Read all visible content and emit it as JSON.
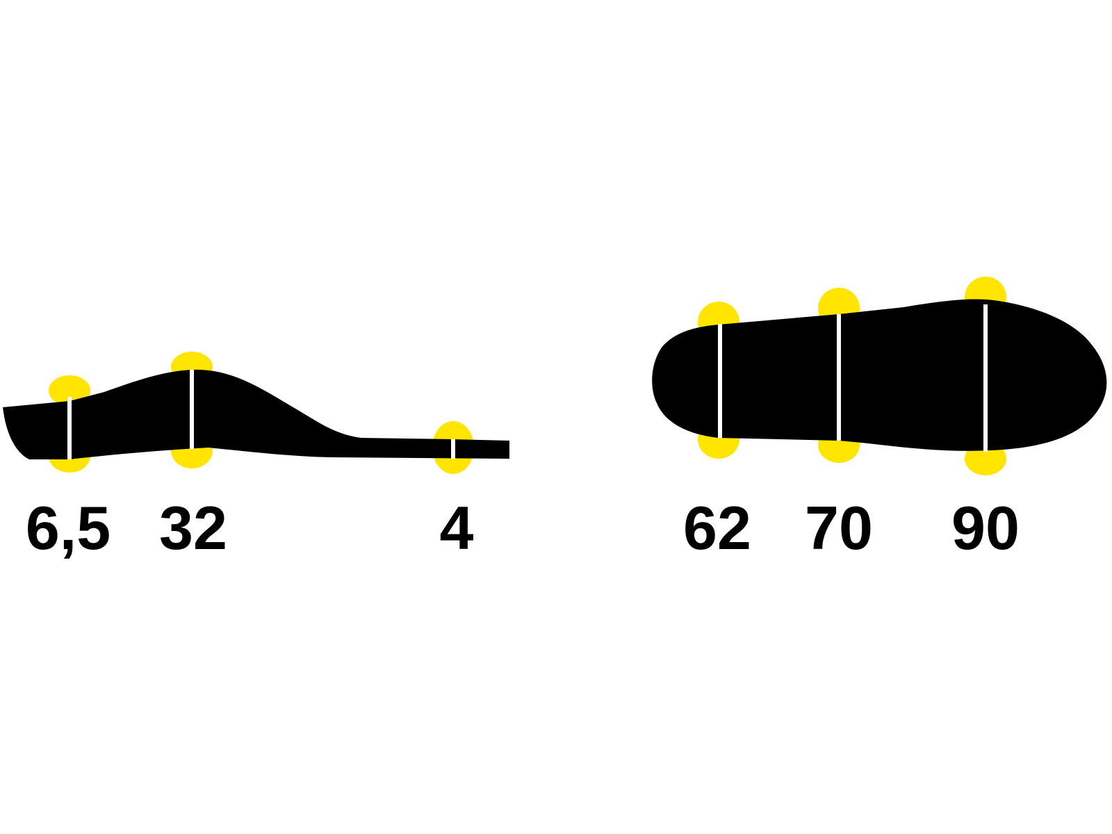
{
  "colors": {
    "background": "#ffffff",
    "shape": "#000000",
    "marker": "#ffe500",
    "line": "#ffffff",
    "text": "#000000"
  },
  "side_profile": {
    "measurements": [
      {
        "label": "6,5"
      },
      {
        "label": "32"
      },
      {
        "label": "4"
      }
    ]
  },
  "top_profile": {
    "measurements": [
      {
        "label": "62"
      },
      {
        "label": "70"
      },
      {
        "label": "90"
      }
    ]
  }
}
